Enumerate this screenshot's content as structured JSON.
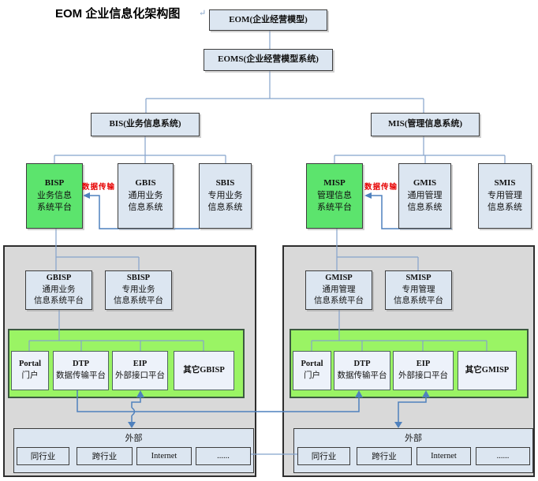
{
  "title": "EOM 企业信息化架构图",
  "paragraph_mark": "↵",
  "labels": {
    "data_transfer": "数据传输"
  },
  "colors": {
    "node_fill": "#dce6f1",
    "green_node": "#5ce46d",
    "green_container": "#9af464",
    "gray_container": "#d9d9d9",
    "wire_blue": "#85a3cc",
    "arrow_blue": "#4f81bd",
    "data_transfer_red": "#e60000"
  },
  "nodes": {
    "eom": {
      "l1": "EOM(企业经营模型)"
    },
    "eoms": {
      "l1": "EOMS(企业经营模型系统)"
    },
    "bis": {
      "l1": "BIS(业务信息系统)"
    },
    "mis": {
      "l1": "MIS(管理信息系统)"
    },
    "bisp": {
      "l1": "BISP",
      "l2": "业务信息",
      "l3": "系统平台"
    },
    "gbis": {
      "l1": "GBIS",
      "l2": "通用业务",
      "l3": "信息系统"
    },
    "sbis": {
      "l1": "SBIS",
      "l2": "专用业务",
      "l3": "信息系统"
    },
    "misp": {
      "l1": "MISP",
      "l2": "管理信息",
      "l3": "系统平台"
    },
    "gmis": {
      "l1": "GMIS",
      "l2": "通用管理",
      "l3": "信息系统"
    },
    "smis": {
      "l1": "SMIS",
      "l2": "专用管理",
      "l3": "信息系统"
    },
    "gbisp": {
      "l1": "GBISP",
      "l2": "通用业务",
      "l3": "信息系统平台"
    },
    "sbisp": {
      "l1": "SBISP",
      "l2": "专用业务",
      "l3": "信息系统平台"
    },
    "gmisp": {
      "l1": "GMISP",
      "l2": "通用管理",
      "l3": "信息系统平台"
    },
    "smisp": {
      "l1": "SMISP",
      "l2": "专用管理",
      "l3": "信息系统平台"
    },
    "portal_l": {
      "l1": "Portal",
      "l2": "门户"
    },
    "dtp_l": {
      "l1": "DTP",
      "l2": "数据传输平台"
    },
    "eip_l": {
      "l1": "EIP",
      "l2": "外部接口平台"
    },
    "other_gbisp": {
      "l1": "其它GBISP"
    },
    "portal_r": {
      "l1": "Portal",
      "l2": "门户"
    },
    "dtp_r": {
      "l1": "DTP",
      "l2": "数据传输平台"
    },
    "eip_r": {
      "l1": "EIP",
      "l2": "外部接口平台"
    },
    "other_gmisp": {
      "l1": "其它GMISP"
    },
    "ext_left": {
      "title": "外部",
      "items": [
        "同行业",
        "跨行业",
        "Internet",
        "......"
      ]
    },
    "ext_right": {
      "title": "外部",
      "items": [
        "同行业",
        "跨行业",
        "Internet",
        "......"
      ]
    }
  }
}
